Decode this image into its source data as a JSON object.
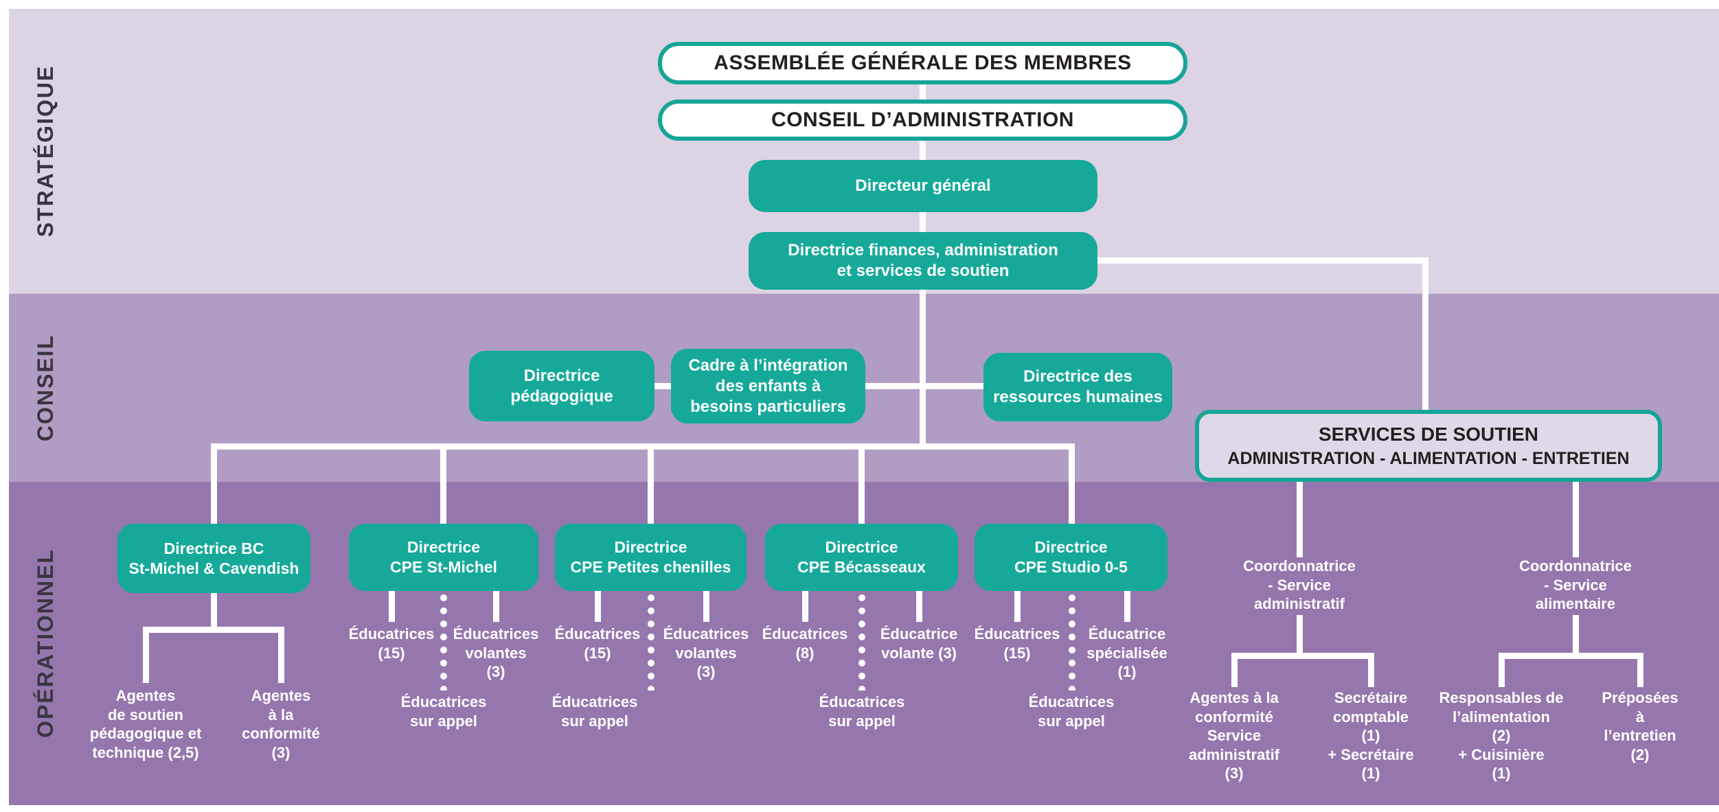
{
  "bands": {
    "strategique": "STRATÉGIQUE",
    "conseil": "CONSEIL",
    "operationnel": "OPÉRATIONNEL"
  },
  "boxes": {
    "assemblee": "ASSEMBLÉE GÉNÉRALE DES MEMBRES",
    "conseil_administration": "CONSEIL D’ADMINISTRATION",
    "directeur_general": "Directeur général",
    "directrice_finances": "Directrice finances, administration\net services de soutien",
    "directrice_pedagogique": "Directrice\npédagogique",
    "cadre_integration": "Cadre à l’intégration\ndes enfants à\nbesoins particuliers",
    "directrice_rh": "Directrice des\nressources humaines",
    "services_title": "SERVICES DE SOUTIEN",
    "services_subtitle": "ADMINISTRATION - ALIMENTATION - ENTRETIEN",
    "directrice_bc": "Directrice BC\nSt-Michel & Cavendish",
    "cpe_st_michel": "Directrice\nCPE St-Michel",
    "cpe_petites_chenilles": "Directrice\nCPE Petites chenilles",
    "cpe_becasseaux": "Directrice\nCPE Bécasseaux",
    "cpe_studio": "Directrice\nCPE Studio 0-5"
  },
  "staff": {
    "bc_soutien": "Agentes\nde soutien\npédagogique et\ntechnique (2,5)",
    "bc_conformite": "Agentes\nà la\nconformité\n(3)",
    "stm_educatrices": "Éducatrices\n(15)",
    "stm_volantes": "Éducatrices\nvolantes\n(3)",
    "stm_sur_appel": "Éducatrices\nsur appel",
    "pc_educatrices": "Éducatrices\n(15)",
    "pc_volantes": "Éducatrices\nvolantes\n(3)",
    "pc_sur_appel": "Éducatrices\nsur appel",
    "bec_educatrices": "Éducatrices\n(8)",
    "bec_volante": "Éducatrice\nvolante (3)",
    "bec_sur_appel": "Éducatrices\nsur appel",
    "stu_educatrices": "Éducatrices\n(15)",
    "stu_specialisee": "Éducatrice\nspécialisée\n(1)",
    "stu_sur_appel": "Éducatrices\nsur appel",
    "coord_admin": "Coordonnatrice\n- Service\nadministratif",
    "coord_alim": "Coordonnatrice\n- Service\nalimentaire",
    "admin_conformite": "Agentes à la\nconformité\nService\nadministratif\n(3)",
    "admin_secretaire": "Secrétaire\ncomptable\n(1)\n+ Secrétaire\n(1)",
    "alim_responsables": "Responsables de\nl’alimentation\n(2)\n+ Cuisinière\n(1)",
    "alim_preposees": "Préposées à\nl’entretien\n(2)"
  },
  "colors": {
    "teal": "#16a99a",
    "teal_border": "#16a597",
    "band_strategique": "#dcd3e4",
    "band_conseil": "#b19cc4",
    "band_operationnel": "#9577ad",
    "connector": "#ffffff",
    "box_text_dark": "#231f20"
  }
}
